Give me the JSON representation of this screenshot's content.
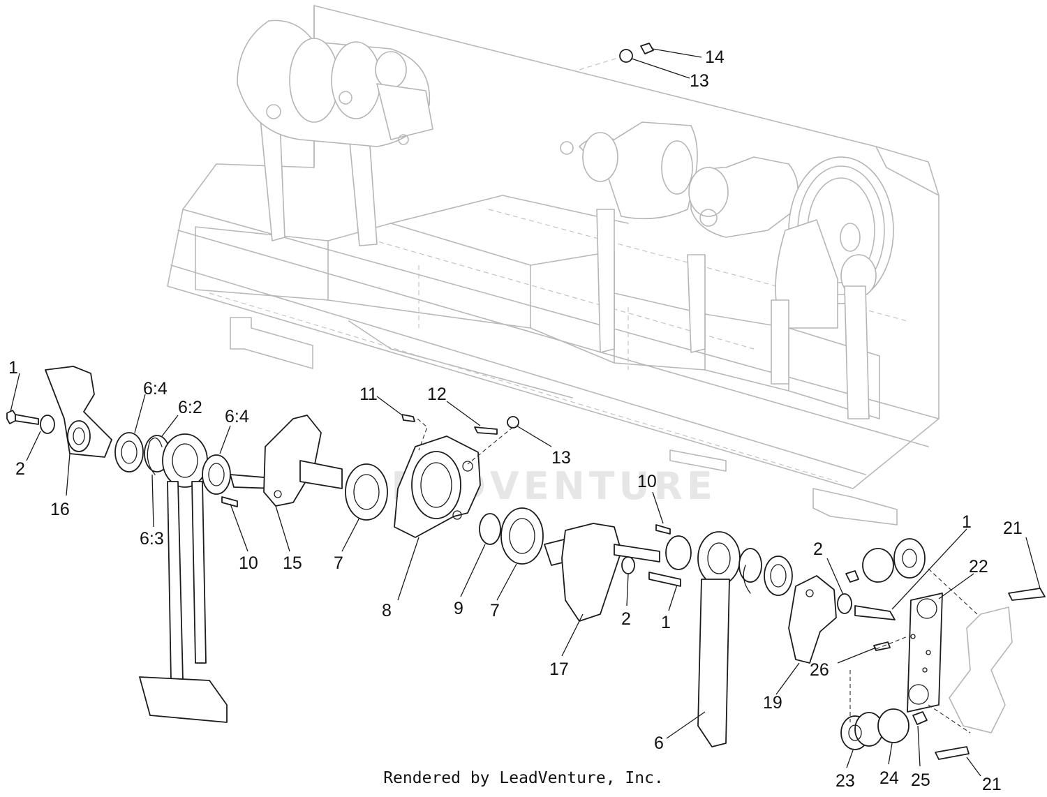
{
  "watermark": {
    "text": "LEADVENTURE"
  },
  "footer": {
    "credit": "Rendered by LeadVenture, Inc."
  },
  "callouts": {
    "c1a": "1",
    "c2a": "2",
    "c16": "16",
    "c64a": "6:4",
    "c62": "6:2",
    "c63": "6:3",
    "c64b": "6:4",
    "c10a": "10",
    "c15": "15",
    "c11": "11",
    "c12": "12",
    "c13a": "13",
    "c7a": "7",
    "c8": "8",
    "c9": "9",
    "c7b": "7",
    "c10b": "10",
    "c17": "17",
    "c2b": "2",
    "c1b": "1",
    "c6": "6",
    "c2c": "2",
    "c1c": "1",
    "c19": "19",
    "c26": "26",
    "c22": "22",
    "c21a": "21",
    "c23": "23",
    "c24": "24",
    "c25": "25",
    "c21b": "21",
    "c14": "14",
    "c13b": "13"
  }
}
